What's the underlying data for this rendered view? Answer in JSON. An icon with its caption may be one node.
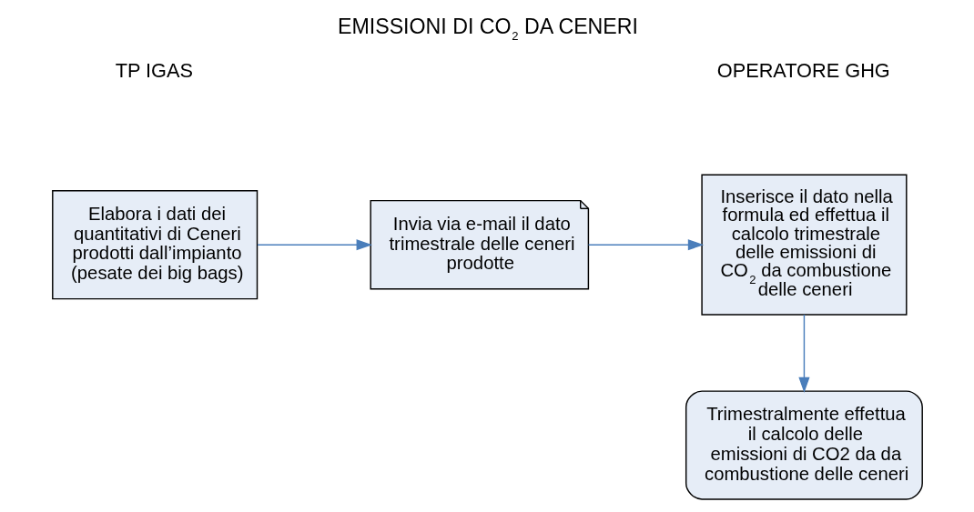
{
  "diagram": {
    "title": "EMISSIONI DI CO$_{2}$ DA CENERI",
    "nodes": [
      {
        "text": [
          "Elabora i dati dei quantitativi di Ceneri prodotti dall’impianto (pesate dei big bags)"
        ]
      },
      {
        "text": [
          "Invia via e-mail il dato trimestrale delle ceneri prodotte"
        ]
      },
      {
        "text": [
          "Inserisce il dato nella formula ed effettua il calcolo trimestrale delle emissioni di CO$_{2}$ da combustione delle ceneri"
        ]
      },
      {
        "text": [
          "Trimestralmente effettua il calcolo delle emissioni di CO2 da da combustione delle ceneri"
        ]
      }
    ],
    "edges": [
      {
        "from": 0,
        "to": 1,
        "arrow": "to"
      },
      {
        "from": 1,
        "to": 2,
        "arrow": "to"
      },
      {
        "from": 2,
        "to": 3,
        "arrow": "to"
      }
    ],
    "labels": [
      "TP IGAS",
      "OPERATORE GHG"
    ]
  }
}
